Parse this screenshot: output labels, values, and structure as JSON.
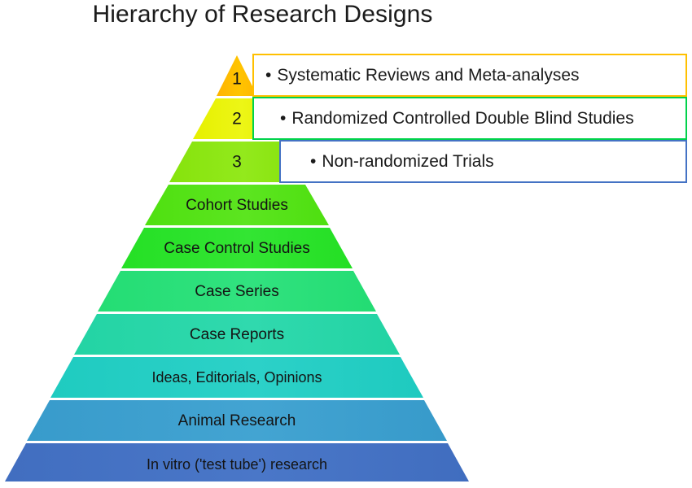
{
  "title": "Hierarchy of Research Designs",
  "diagram": {
    "type": "pyramid-hierarchy",
    "tier_count": 10,
    "apex_color": "#FFC000",
    "base_color": "#4472C4",
    "tiers": [
      {
        "rank": "1",
        "label": "1",
        "name": "Systematic Reviews and Meta-analyses",
        "color": "#FFC000"
      },
      {
        "rank": "2",
        "label": "2",
        "name": "Randomized Controlled Double Blind Studies",
        "color": "#E8F108"
      },
      {
        "rank": "3",
        "label": "3",
        "name": "Non-randomized Trials",
        "color": "#8CE512"
      },
      {
        "rank": "4",
        "label": "Cohort Studies",
        "name": "Cohort Studies",
        "color": "#54E217"
      },
      {
        "rank": "5",
        "label": "Case Control Studies",
        "name": "Case Control Studies",
        "color": "#2BE22B"
      },
      {
        "rank": "6",
        "label": "Case Series",
        "name": "Case Series",
        "color": "#2ADF7A"
      },
      {
        "rank": "7",
        "label": "Case Reports",
        "name": "Case Reports",
        "color": "#29D6A9"
      },
      {
        "rank": "8",
        "label": "Ideas, Editorials, Opinions",
        "name": "Ideas, Editorials, Opinions",
        "color": "#25CEC4"
      },
      {
        "rank": "9",
        "label": "Animal Research",
        "name": "Animal Research",
        "color": "#3C9ECD"
      },
      {
        "rank": "10",
        "label": "In vitro ('test tube') research",
        "name": "In vitro ('test tube') research",
        "color": "#4472C4"
      }
    ]
  },
  "callouts": [
    {
      "bullet": "•",
      "text": "Systematic Reviews and Meta-analyses",
      "border_color": "#FFC000"
    },
    {
      "bullet": "•",
      "text": "Randomized Controlled Double Blind Studies",
      "border_color": "#00D24B"
    },
    {
      "bullet": "•",
      "text": "Non-randomized Trials",
      "border_color": "#4472C4"
    }
  ],
  "chart_data": {
    "type": "pyramid",
    "title": "Hierarchy of Research Designs",
    "xlabel": "",
    "ylabel": "",
    "categories": [
      "Systematic Reviews and Meta-analyses",
      "Randomized Controlled Double Blind Studies",
      "Non-randomized Trials",
      "Cohort Studies",
      "Case Control Studies",
      "Case Series",
      "Case Reports",
      "Ideas, Editorials, Opinions",
      "Animal Research",
      "In vitro ('test tube') research"
    ],
    "values": [
      1,
      2,
      3,
      4,
      5,
      6,
      7,
      8,
      9,
      10
    ],
    "colors": [
      "#FFC000",
      "#E8F108",
      "#8CE512",
      "#54E217",
      "#2BE22B",
      "#2ADF7A",
      "#29D6A9",
      "#25CEC4",
      "#3C9ECD",
      "#4472C4"
    ],
    "legend": [],
    "grid": false,
    "annotations": [
      "Systematic Reviews and Meta-analyses",
      "Randomized Controlled Double Blind Studies",
      "Non-randomized Trials"
    ]
  }
}
